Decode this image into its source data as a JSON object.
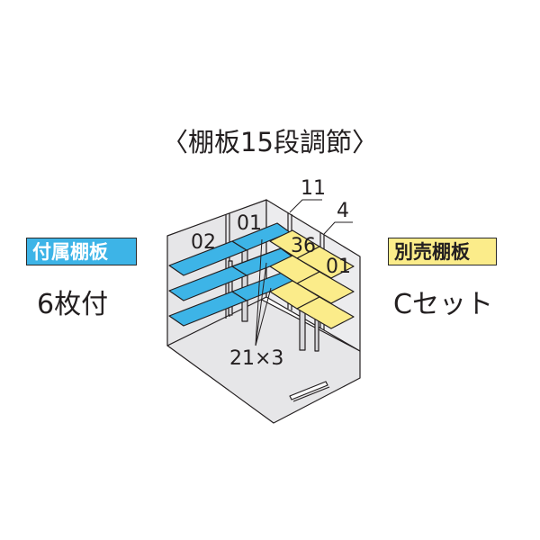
{
  "title": "〈棚板15段調節〉",
  "left_panel": {
    "badge_label": "付属棚板",
    "badge_color": "#3db4e7",
    "quantity": "6枚付"
  },
  "right_panel": {
    "badge_label": "別売棚板",
    "badge_color": "#fbec8a",
    "set_name": "Cセット"
  },
  "diagram": {
    "labels": {
      "left_back_1": "02",
      "left_back_2": "01",
      "corner_top": "11",
      "right_top": "4",
      "right_side_1": "36",
      "right_side_2": "01",
      "shelf_count": "21×3"
    },
    "colors": {
      "included_shelf": "#3db4e7",
      "optional_shelf": "#fbec8a",
      "wall": "#e6e6e8",
      "outline": "#231f20"
    }
  }
}
